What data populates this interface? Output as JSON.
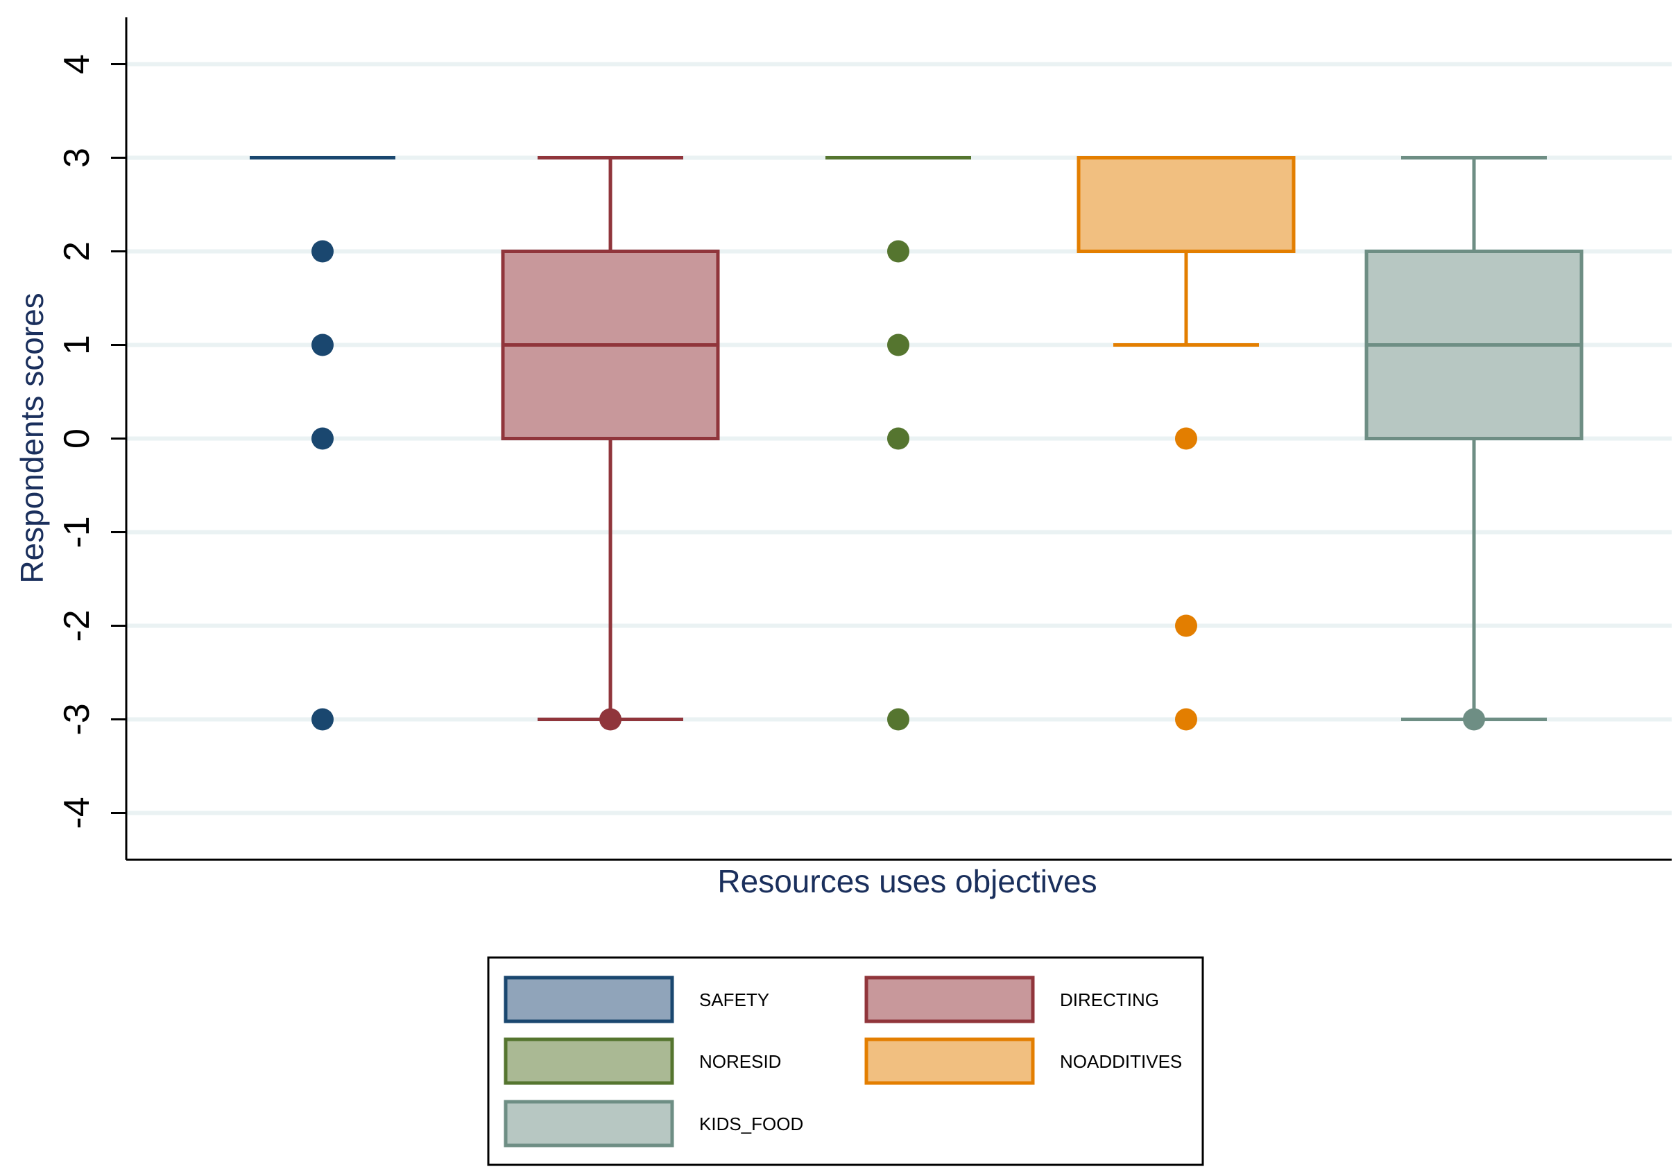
{
  "chart_data": {
    "type": "box",
    "xlabel": "Resources uses objectives",
    "ylabel": "Respondents scores",
    "ylim": [
      -4.5,
      4.5
    ],
    "yticks": [
      4,
      3,
      2,
      1,
      0,
      -1,
      -2,
      -3,
      -4
    ],
    "ytick_labels": [
      "4",
      "3",
      "2",
      "1",
      "0",
      "-1",
      "-2",
      "-3",
      "-4"
    ],
    "grid": true,
    "legend_position": "bottom",
    "series": [
      {
        "name": "SAFETY",
        "stroke": "#1a476f",
        "fill": "#90a4ba",
        "q1": 3,
        "median": 3,
        "q3": 3,
        "whisker_low": 3,
        "whisker_high": 3,
        "outliers": [
          2,
          1,
          0,
          -3
        ]
      },
      {
        "name": "DIRECTING",
        "stroke": "#90353b",
        "fill": "#c8989b",
        "q1": 0,
        "median": 1,
        "q3": 2,
        "whisker_low": -3,
        "whisker_high": 3,
        "outliers": [
          -3
        ]
      },
      {
        "name": "NORESID",
        "stroke": "#55752f",
        "fill": "#aab994",
        "q1": 3,
        "median": 3,
        "q3": 3,
        "whisker_low": 3,
        "whisker_high": 3,
        "outliers": [
          2,
          1,
          0,
          -3
        ]
      },
      {
        "name": "NOADDITIVES",
        "stroke": "#e37e00",
        "fill": "#f1bf80",
        "q1": 2,
        "median": 3,
        "q3": 3,
        "whisker_low": 1,
        "whisker_high": 3,
        "outliers": [
          0,
          -2,
          -3
        ]
      },
      {
        "name": "KIDS_FOOD",
        "stroke": "#6e8e84",
        "fill": "#b7c7c2",
        "q1": 0,
        "median": 1,
        "q3": 2,
        "whisker_low": -3,
        "whisker_high": 3,
        "outliers": [
          -3
        ]
      }
    ]
  }
}
